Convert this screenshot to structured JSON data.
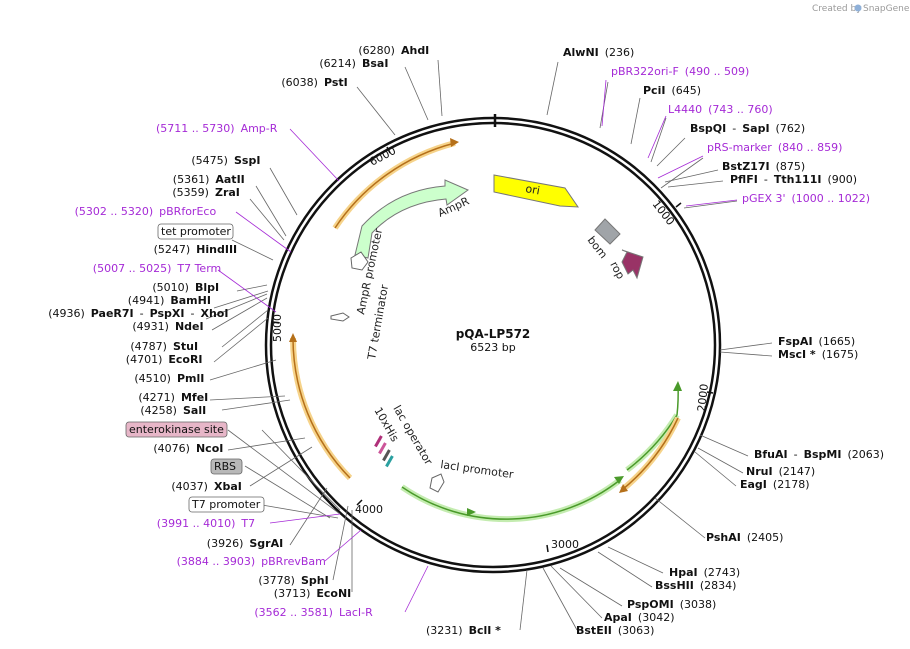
{
  "brand": {
    "created_by": "Created by",
    "app": "SnapGene"
  },
  "plasmid": {
    "name": "pQA-LP572",
    "length": "6523 bp"
  },
  "ticks": [
    "1000",
    "2000",
    "3000",
    "4000",
    "5000",
    "6000"
  ],
  "features": {
    "ori": "ori",
    "ampr": "AmpR",
    "ampr_promoter": "AmpR promoter",
    "t7_terminator": "T7 terminator",
    "bom": "bom",
    "rop": "rop",
    "lac_operator": "lac operator",
    "his": "10xHis",
    "laci_promoter": "lacI promoter"
  },
  "colors": {
    "ori": "#ffff00",
    "ampr": "#ccffcc",
    "bom": "#a0a4a8",
    "rop": "#993366",
    "primer": "#a52ad6",
    "orf_orange": "#f0a030",
    "orf_green": "#55aa33"
  },
  "boxed": [
    "tet promoter",
    "enterokinase site",
    "RBS",
    "T7 promoter"
  ],
  "right_labels": [
    [
      "AlwNI",
      "(236)"
    ],
    [
      "pBR322ori-F",
      "(490 .. 509)"
    ],
    [
      "PciI",
      "(645)"
    ],
    [
      "L4440",
      "(743 .. 760)"
    ],
    [
      "BspQI",
      "-",
      "SapI",
      "(762)"
    ],
    [
      "pRS-marker",
      "(840 .. 859)"
    ],
    [
      "BstZ17I",
      "(875)"
    ],
    [
      "PflFI",
      "-",
      "Tth111I",
      "(900)"
    ],
    [
      "pGEX 3'",
      "(1000 .. 1022)"
    ],
    [
      "FspAI",
      "(1665)"
    ],
    [
      "MscI *",
      "(1675)"
    ],
    [
      "BfuAI",
      "-",
      "BspMI",
      "(2063)"
    ],
    [
      "NruI",
      "(2147)"
    ],
    [
      "EagI",
      "(2178)"
    ],
    [
      "PshAI",
      "(2405)"
    ],
    [
      "HpaI",
      "(2743)"
    ],
    [
      "BssHII",
      "(2834)"
    ],
    [
      "PspOMI",
      "(3038)"
    ],
    [
      "ApaI",
      "(3042)"
    ],
    [
      "BstEII",
      "(3063)"
    ],
    [
      "(3231)",
      "BclI *"
    ]
  ],
  "left_labels": [
    [
      "(6280)",
      "AhdI"
    ],
    [
      "(6214)",
      "BsaI"
    ],
    [
      "(6038)",
      "PstI"
    ],
    [
      "(5711 .. 5730)",
      "Amp-R"
    ],
    [
      "(5475)",
      "SspI"
    ],
    [
      "(5361)",
      "AatII"
    ],
    [
      "(5359)",
      "ZraI"
    ],
    [
      "(5302 .. 5320)",
      "pBRforEco"
    ],
    [
      "(5247)",
      "HindIII"
    ],
    [
      "(5007 .. 5025)",
      "T7 Term"
    ],
    [
      "(5010)",
      "BlpI"
    ],
    [
      "(4941)",
      "BamHI"
    ],
    [
      "(4936)",
      "PaeR7I",
      "-",
      "PspXI",
      "-",
      "XhoI"
    ],
    [
      "(4931)",
      "NdeI"
    ],
    [
      "(4787)",
      "StuI"
    ],
    [
      "(4701)",
      "EcoRI"
    ],
    [
      "(4510)",
      "PmlI"
    ],
    [
      "(4271)",
      "MfeI"
    ],
    [
      "(4258)",
      "SalI"
    ],
    [
      "(4076)",
      "NcoI"
    ],
    [
      "(4037)",
      "XbaI"
    ],
    [
      "(3991 .. 4010)",
      "T7"
    ],
    [
      "(3926)",
      "SgrAI"
    ],
    [
      "(3884 .. 3903)",
      "pBRrevBam"
    ],
    [
      "(3778)",
      "SphI"
    ],
    [
      "(3713)",
      "EcoNI"
    ],
    [
      "(3562 .. 3581)",
      "LacI-R"
    ]
  ]
}
